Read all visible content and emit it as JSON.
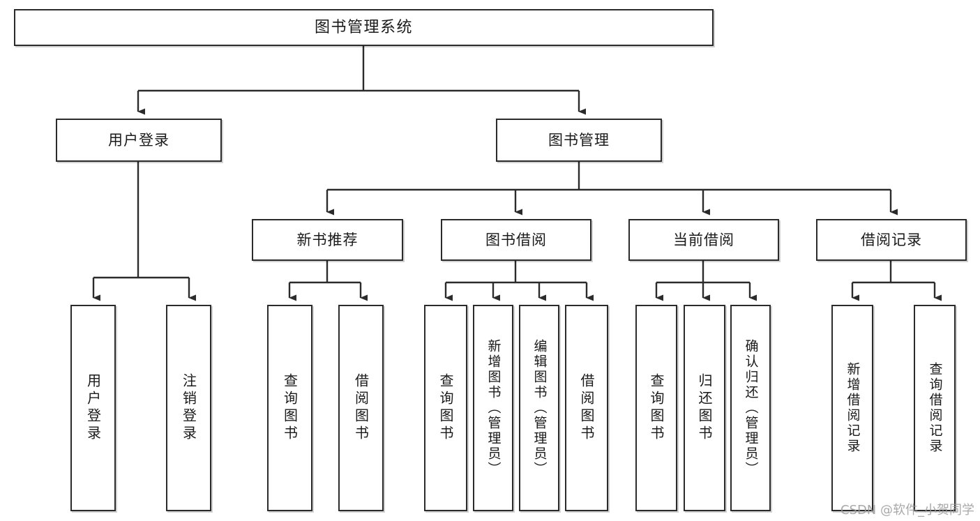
{
  "diagram": {
    "title": "图书管理系统",
    "type": "tree",
    "orientation": "top-down",
    "line_color": "#2b2b2b",
    "node_fill": "#ffffff",
    "text_color": "#1a1a1a"
  },
  "watermark": {
    "text": "CSDN @软件_小贺同学",
    "color": "#9a9a9a"
  },
  "nodes": {
    "root": {
      "label": "图书管理系统"
    },
    "level2": [
      {
        "id": "user-login",
        "label": "用户登录"
      },
      {
        "id": "book-manage",
        "label": "图书管理"
      }
    ],
    "level3": [
      {
        "id": "new-book-recommend",
        "label": "新书推荐"
      },
      {
        "id": "book-borrow",
        "label": "图书借阅"
      },
      {
        "id": "current-borrow",
        "label": "当前借阅"
      },
      {
        "id": "borrow-record",
        "label": "借阅记录"
      }
    ],
    "leaves": {
      "user_login": [
        {
          "id": "leaf-user-login",
          "label": "用户登录"
        },
        {
          "id": "leaf-logout-login",
          "label": "注销登录"
        }
      ],
      "new_book_recommend": [
        {
          "id": "leaf-query-book-1",
          "label": "查询图书"
        },
        {
          "id": "leaf-borrow-book-1",
          "label": "借阅图书"
        }
      ],
      "book_borrow": [
        {
          "id": "leaf-query-book-2",
          "label": "查询图书"
        },
        {
          "id": "leaf-add-book",
          "label": "新增图书（管理员）"
        },
        {
          "id": "leaf-edit-book",
          "label": "编辑图书（管理员）"
        },
        {
          "id": "leaf-borrow-book-2",
          "label": "借阅图书"
        }
      ],
      "current_borrow": [
        {
          "id": "leaf-query-book-3",
          "label": "查询图书"
        },
        {
          "id": "leaf-return-book",
          "label": "归还图书"
        },
        {
          "id": "leaf-confirm-return",
          "label": "确认归还（管理员）"
        }
      ],
      "borrow_record": [
        {
          "id": "leaf-add-record",
          "label": "新增借阅记录"
        },
        {
          "id": "leaf-query-record",
          "label": "查询借阅记录"
        }
      ]
    }
  }
}
